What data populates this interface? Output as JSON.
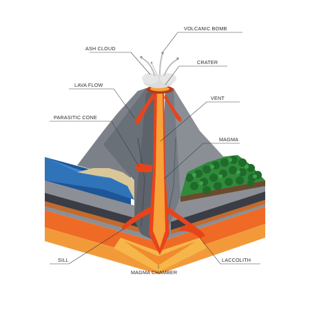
{
  "labels": {
    "volcanic_bomb": "VOLCANIC BOMB",
    "ash_cloud": "ASH CLOUD",
    "crater": "CRATER",
    "lava_flow": "LAVA FLOW",
    "vent": "VENT",
    "parasitic_cone": "PARASITIC CONE",
    "magma": "MAGMA",
    "sill": "SILL",
    "magma_chamber": "MAGMA CHAMBER",
    "laccolith": "LACCOLITH"
  },
  "colors": {
    "mountain_light": "#8a8f96",
    "mountain_dark": "#5d636b",
    "lava": "#e8441c",
    "lava_bright": "#f7a23a",
    "magma_core": "#f6b64a",
    "ocean": "#2f73b8",
    "ocean_side": "#1e5596",
    "sand": "#d9c79a",
    "forest": "#2f8a3a",
    "forest_dark": "#1f6b2a",
    "rock_gray": "#8c8f95",
    "rock_dark": "#3a3d45",
    "lava_layer": "#ef6a24"
  }
}
